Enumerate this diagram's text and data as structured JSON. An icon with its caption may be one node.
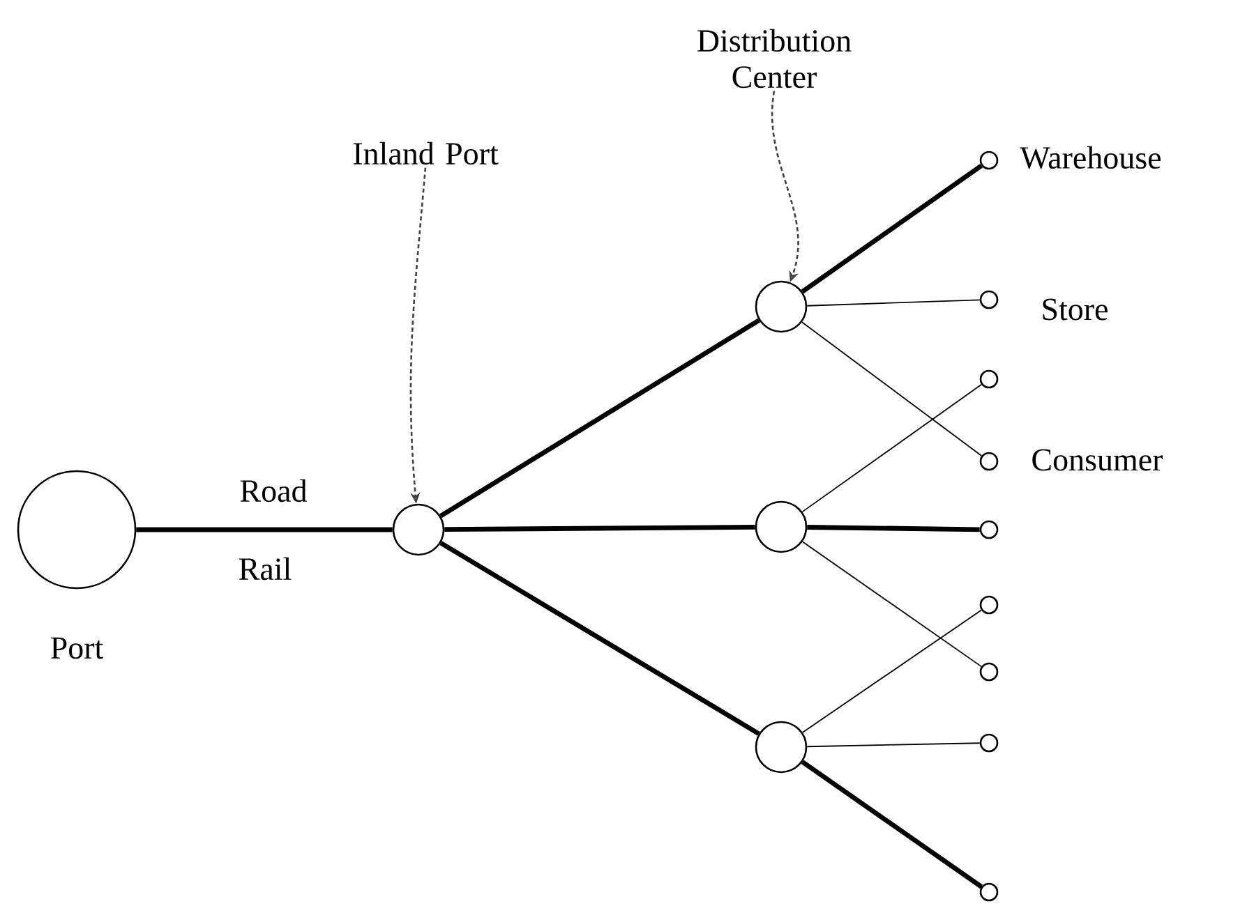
{
  "diagram": {
    "nodes": [
      {
        "text": [
          "Port"
        ]
      },
      {
        "text": [
          "Inland Port"
        ]
      },
      {
        "text": [],
        "shape": "circle"
      },
      {
        "text": [
          "Distribution Center"
        ]
      },
      {
        "text": [],
        "shape": "circle"
      },
      {
        "text": [],
        "shape": "circle"
      },
      {
        "text": [],
        "shape": "circle"
      },
      {
        "text": [
          "Warehouse"
        ]
      },
      {
        "text": [
          "Store"
        ]
      },
      {
        "text": [],
        "shape": "circle"
      },
      {
        "text": [
          "Consumer"
        ]
      },
      {
        "text": [],
        "shape": "circle"
      },
      {
        "text": [],
        "shape": "circle"
      },
      {
        "text": [],
        "shape": "circle"
      },
      {
        "text": [],
        "shape": "circle"
      },
      {
        "text": [],
        "shape": "circle"
      }
    ],
    "edges": [
      {
        "from": 0,
        "to": 2,
        "arrow": "none",
        "style": "thick",
        "label": "Road"
      },
      {
        "from": 1,
        "to": 2,
        "arrow": "to",
        "style": "dashed"
      },
      {
        "from": 3,
        "to": 4,
        "arrow": "to",
        "style": "dashed"
      },
      {
        "from": 2,
        "to": 4,
        "arrow": "none",
        "style": "thick"
      },
      {
        "from": 2,
        "to": 5,
        "arrow": "none",
        "style": "thick"
      },
      {
        "from": 2,
        "to": 6,
        "arrow": "none",
        "style": "thick"
      },
      {
        "from": 4,
        "to": 7,
        "arrow": "none",
        "style": "thick"
      },
      {
        "from": 4,
        "to": 8,
        "arrow": "none"
      },
      {
        "from": 4,
        "to": 10,
        "arrow": "none"
      },
      {
        "from": 5,
        "to": 9,
        "arrow": "none"
      },
      {
        "from": 5,
        "to": 11,
        "arrow": "none",
        "style": "thick"
      },
      {
        "from": 5,
        "to": 13,
        "arrow": "none"
      },
      {
        "from": 6,
        "to": 12,
        "arrow": "none"
      },
      {
        "from": 6,
        "to": 14,
        "arrow": "none"
      },
      {
        "from": 6,
        "to": 15,
        "arrow": "none",
        "style": "thick"
      }
    ],
    "labels": [
      "Rail"
    ]
  }
}
